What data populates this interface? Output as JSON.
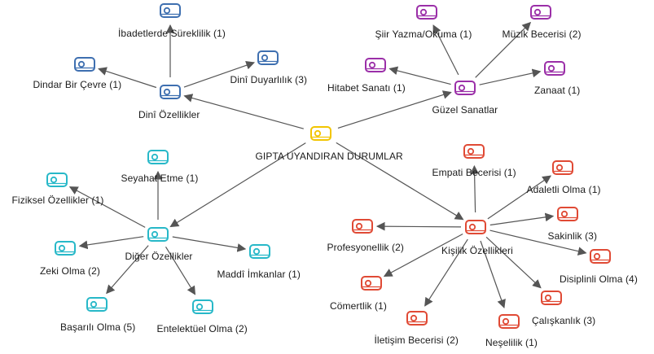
{
  "colors": {
    "center": "#f2c500",
    "dini": "#3e6fb0",
    "guzel": "#9b2fa8",
    "diger": "#27b8c8",
    "kisilik": "#e04a35",
    "edge": "#555555"
  },
  "icon_name": "code-tag-icon",
  "root": {
    "label": "GIPTA UYANDIRAN DURUMLAR"
  },
  "dini": {
    "label": "Dinî Özellikler",
    "children": [
      {
        "label": "İbadetlerde Süreklilik (1)"
      },
      {
        "label": "Dindar Bir Çevre (1)"
      },
      {
        "label": "Dinî Duyarlılık (3)"
      }
    ]
  },
  "guzel": {
    "label": "Güzel Sanatlar",
    "children": [
      {
        "label": "Şiir Yazma/Okuma (1)"
      },
      {
        "label": "Müzik Becerisi (2)"
      },
      {
        "label": "Hitabet Sanatı (1)"
      },
      {
        "label": "Zanaat (1)"
      }
    ]
  },
  "diger": {
    "label": "Diğer Özellikler",
    "children": [
      {
        "label": "Seyahat Etme (1)"
      },
      {
        "label": "Fiziksel Özellikler (1)"
      },
      {
        "label": "Zeki Olma (2)"
      },
      {
        "label": "Maddî İmkanlar (1)"
      },
      {
        "label": "Başarılı Olma (5)"
      },
      {
        "label": "Entelektüel Olma (2)"
      }
    ]
  },
  "kisilik": {
    "label": "Kişilik Özellikleri",
    "children": [
      {
        "label": "Empati Becerisi (1)"
      },
      {
        "label": "Adaletli Olma (1)"
      },
      {
        "label": "Profesyonellik (2)"
      },
      {
        "label": "Sakinlik (3)"
      },
      {
        "label": "Disiplinli Olma (4)"
      },
      {
        "label": "Cömertlik (1)"
      },
      {
        "label": "Çalışkanlık (3)"
      },
      {
        "label": "İletişim Becerisi (2)"
      },
      {
        "label": "Neşelilik (1)"
      }
    ]
  }
}
